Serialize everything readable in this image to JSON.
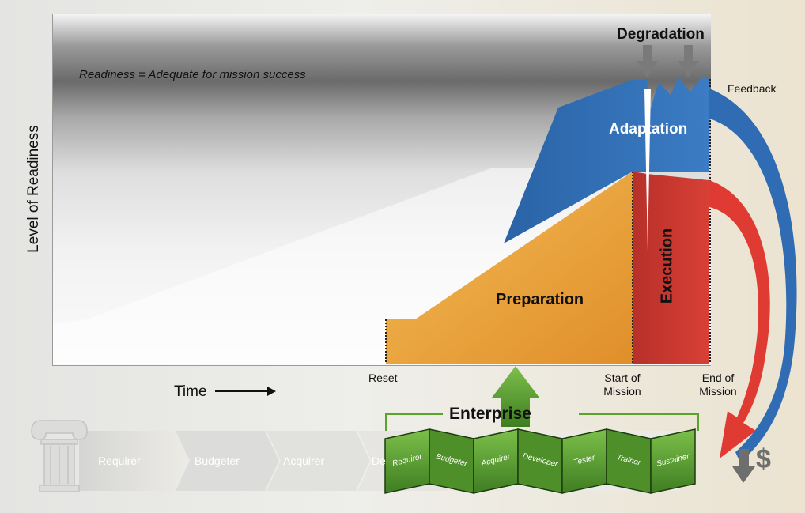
{
  "readiness_banner": "Readiness = Adequate for mission success",
  "y_axis_label": "Level of Readiness",
  "x_axis_label": "Time",
  "phases": {
    "degradation": "Degradation",
    "feedback": "Feedback",
    "adaptation": "Adaptation",
    "execution": "Execution",
    "preparation": "Preparation"
  },
  "markers": {
    "reset": "Reset",
    "start_of_mission_1": "Start of",
    "start_of_mission_2": "Mission",
    "end_of_mission_1": "End of",
    "end_of_mission_2": "Mission"
  },
  "enterprise": {
    "title": "Enterprise",
    "roles": [
      "Requirer",
      "Budgeter",
      "Acquirer",
      "Developer",
      "Tester",
      "Trainer",
      "Sustainer"
    ]
  },
  "pipeline": {
    "steps": [
      "Requirer",
      "Budgeter",
      "Acquirer",
      "De"
    ]
  },
  "cost_symbol": "$",
  "colors": {
    "preparation": "#e9a33e",
    "execution": "#c8352e",
    "adaptation": "#2d6cb0",
    "enterprise_green": "#5f9e2e",
    "degradation_arrow": "#7a7a7a"
  },
  "icons": {
    "pillar": "ionic-column-icon",
    "cost_down": "down-arrow-icon"
  }
}
